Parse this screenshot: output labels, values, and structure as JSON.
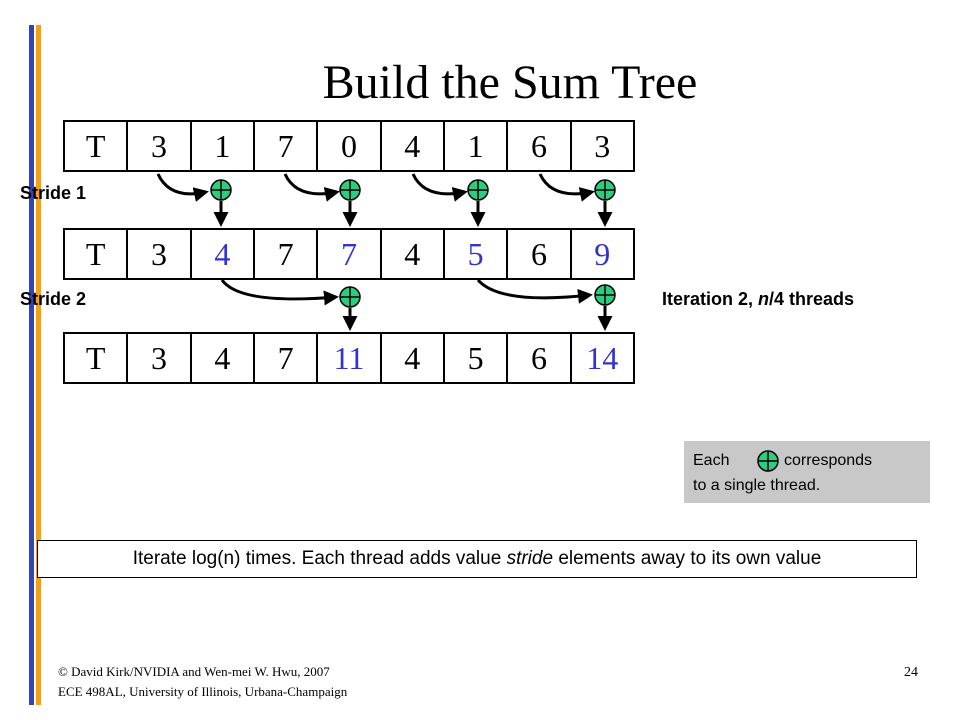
{
  "title": "Build the Sum Tree",
  "colors": {
    "bar_blue": "#3344bb",
    "bar_orange": "#f0a020",
    "plus_green": "#2ecc80",
    "highlight_blue": "#3333cc",
    "legend_bg": "#c8c8c8"
  },
  "rows": [
    {
      "cells": [
        {
          "text": "T",
          "hl": false
        },
        {
          "text": "3",
          "hl": false
        },
        {
          "text": "1",
          "hl": false
        },
        {
          "text": "7",
          "hl": false
        },
        {
          "text": "0",
          "hl": false
        },
        {
          "text": "4",
          "hl": false
        },
        {
          "text": "1",
          "hl": false
        },
        {
          "text": "6",
          "hl": false
        },
        {
          "text": "3",
          "hl": false
        }
      ]
    },
    {
      "cells": [
        {
          "text": "T",
          "hl": false
        },
        {
          "text": "3",
          "hl": false
        },
        {
          "text": "4",
          "hl": true
        },
        {
          "text": "7",
          "hl": false
        },
        {
          "text": "7",
          "hl": true
        },
        {
          "text": "4",
          "hl": false
        },
        {
          "text": "5",
          "hl": true
        },
        {
          "text": "6",
          "hl": false
        },
        {
          "text": "9",
          "hl": true
        }
      ]
    },
    {
      "cells": [
        {
          "text": "T",
          "hl": false
        },
        {
          "text": "3",
          "hl": false
        },
        {
          "text": "4",
          "hl": false
        },
        {
          "text": "7",
          "hl": false
        },
        {
          "text": "11",
          "hl": true
        },
        {
          "text": "4",
          "hl": false
        },
        {
          "text": "5",
          "hl": false
        },
        {
          "text": "6",
          "hl": false
        },
        {
          "text": "14",
          "hl": true
        }
      ]
    }
  ],
  "labels": {
    "stride1": "Stride 1",
    "stride2": "Stride 2",
    "iteration_prefix": "Iteration 2, ",
    "iteration_italic": "n",
    "iteration_suffix": "/4 threads"
  },
  "legend": {
    "line1_prefix": "Each",
    "line1_suffix": "corresponds",
    "line2": "to a single thread.",
    "icon": "plus-circle-icon"
  },
  "note": {
    "prefix": "Iterate log(n) times. Each thread adds value ",
    "italic": "stride",
    "suffix": " elements away to its own value"
  },
  "footer": {
    "line1": "© David Kirk/NVIDIA and Wen-mei W. Hwu, 2007",
    "line2": "ECE 498AL, University of Illinois, Urbana-Champaign"
  },
  "page_number": "24"
}
